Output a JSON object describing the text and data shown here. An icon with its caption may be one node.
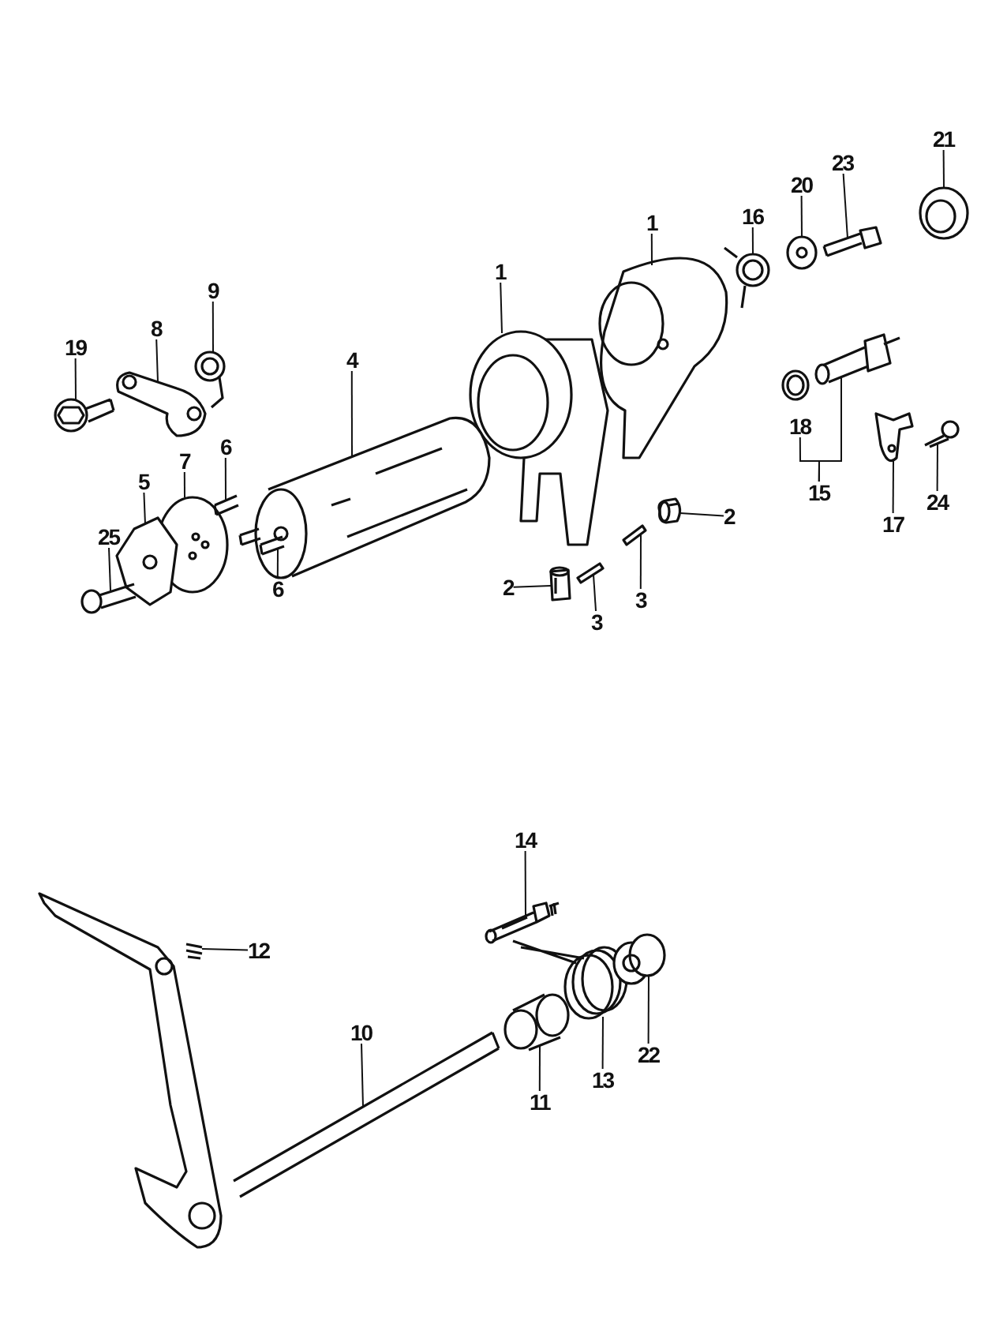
{
  "diagram": {
    "nodes": [
      {
        "text": [
          "21"
        ]
      },
      {
        "text": [
          "23"
        ]
      },
      {
        "text": [
          "20"
        ]
      },
      {
        "text": [
          "16"
        ]
      },
      {
        "text": [
          "1"
        ]
      },
      {
        "text": [
          "1"
        ]
      },
      {
        "text": [
          "9"
        ]
      },
      {
        "text": [
          "8"
        ]
      },
      {
        "text": [
          "19"
        ]
      },
      {
        "text": [
          "4"
        ]
      },
      {
        "text": [
          "7"
        ]
      },
      {
        "text": [
          "6"
        ]
      },
      {
        "text": [
          "5"
        ]
      },
      {
        "text": [
          "25"
        ]
      },
      {
        "text": [
          "6"
        ]
      },
      {
        "text": [
          "2"
        ]
      },
      {
        "text": [
          "2"
        ]
      },
      {
        "text": [
          "3"
        ]
      },
      {
        "text": [
          "3"
        ]
      },
      {
        "text": [
          "18"
        ]
      },
      {
        "text": [
          "15"
        ]
      },
      {
        "text": [
          "17"
        ]
      },
      {
        "text": [
          "24"
        ]
      },
      {
        "text": [
          "14"
        ]
      },
      {
        "text": [
          "12"
        ]
      },
      {
        "text": [
          "10"
        ]
      },
      {
        "text": [
          "11"
        ]
      },
      {
        "text": [
          "13"
        ]
      },
      {
        "text": [
          "22"
        ]
      },
      {
        "text": [],
        "shape": "picture"
      },
      {
        "text": [],
        "shape": "picture"
      },
      {
        "text": [],
        "shape": "picture"
      },
      {
        "text": [],
        "shape": "picture"
      },
      {
        "text": [],
        "shape": "picture"
      },
      {
        "text": [],
        "shape": "picture"
      },
      {
        "text": [],
        "shape": "picture"
      },
      {
        "text": [],
        "shape": "picture"
      },
      {
        "text": [],
        "shape": "picture"
      },
      {
        "text": [],
        "shape": "picture"
      },
      {
        "text": [],
        "shape": "picture"
      },
      {
        "text": [],
        "shape": "picture"
      },
      {
        "text": [],
        "shape": "picture"
      },
      {
        "text": [],
        "shape": "picture"
      },
      {
        "text": [],
        "shape": "picture"
      },
      {
        "text": [],
        "shape": "picture"
      },
      {
        "text": [],
        "shape": "picture"
      },
      {
        "text": [],
        "shape": "picture"
      },
      {
        "text": [],
        "shape": "picture"
      },
      {
        "text": [],
        "shape": "picture"
      },
      {
        "text": [],
        "shape": "picture"
      },
      {
        "text": [],
        "shape": "picture"
      },
      {
        "text": [],
        "shape": "picture"
      },
      {
        "text": [],
        "shape": "picture"
      },
      {
        "text": [],
        "shape": "picture"
      },
      {
        "text": [],
        "shape": "picture"
      },
      {
        "text": [],
        "shape": "picture"
      },
      {
        "text": [],
        "shape": "picture"
      }
    ],
    "edges": [
      {
        "from": 0,
        "to": 29,
        "arrow": "none"
      },
      {
        "from": 1,
        "to": 30,
        "arrow": "none"
      },
      {
        "from": 2,
        "to": 31,
        "arrow": "none"
      },
      {
        "from": 3,
        "to": 32,
        "arrow": "none"
      },
      {
        "from": 4,
        "to": 33,
        "arrow": "none"
      },
      {
        "from": 5,
        "to": 34,
        "arrow": "none"
      },
      {
        "from": 6,
        "to": 35,
        "arrow": "none"
      },
      {
        "from": 7,
        "to": 36,
        "arrow": "none"
      },
      {
        "from": 8,
        "to": 37,
        "arrow": "none"
      },
      {
        "from": 9,
        "to": 38,
        "arrow": "none"
      },
      {
        "from": 10,
        "to": 39,
        "arrow": "none"
      },
      {
        "from": 11,
        "to": 40,
        "arrow": "none"
      },
      {
        "from": 12,
        "to": 41,
        "arrow": "none"
      },
      {
        "from": 13,
        "to": 42,
        "arrow": "none"
      },
      {
        "from": 14,
        "to": 43,
        "arrow": "none"
      },
      {
        "from": 15,
        "to": 44,
        "arrow": "none"
      },
      {
        "from": 16,
        "to": 45,
        "arrow": "none"
      },
      {
        "from": 17,
        "to": 46,
        "arrow": "none"
      },
      {
        "from": 18,
        "to": 47,
        "arrow": "none"
      },
      {
        "from": 20,
        "to": 19,
        "arrow": "none"
      },
      {
        "from": 20,
        "to": 48,
        "arrow": "none"
      },
      {
        "from": 21,
        "to": 49,
        "arrow": "none"
      },
      {
        "from": 22,
        "to": 50,
        "arrow": "none"
      },
      {
        "from": 23,
        "to": 51,
        "arrow": "none"
      },
      {
        "from": 24,
        "to": 52,
        "arrow": "none"
      },
      {
        "from": 25,
        "to": 53,
        "arrow": "none"
      },
      {
        "from": 26,
        "to": 54,
        "arrow": "none"
      },
      {
        "from": 27,
        "to": 55,
        "arrow": "none"
      },
      {
        "from": 28,
        "to": 56,
        "arrow": "none"
      }
    ]
  }
}
